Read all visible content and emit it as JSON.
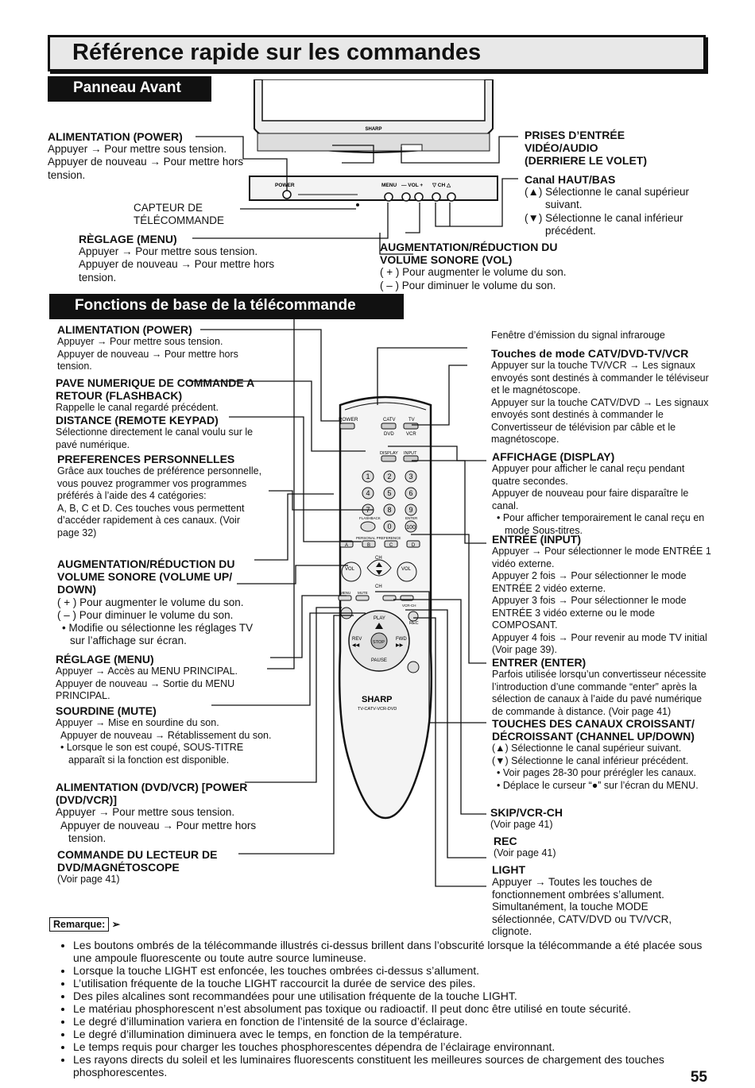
{
  "page": {
    "title": "Référence rapide sur les commandes",
    "section_front": "Panneau Avant",
    "section_remote": "Fonctions de base de la télécommande",
    "page_number": "55"
  },
  "tv_panel": {
    "brand": "SHARP",
    "power": "POWER",
    "menu": "MENU",
    "vol": "— VOL +",
    "ch": "▽ CH △"
  },
  "front": {
    "power_h": "ALIMENTATION (POWER)",
    "power_1": "Appuyer → Pour mettre sous tension.",
    "power_2": "Appuyer de nouveau → Pour mettre hors tension.",
    "sensor": "CAPTEUR DE TÉLÉCOMMANDE",
    "menu_h": "RÈGLAGE  (MENU)",
    "menu_1": "Appuyer → Pour mettre sous tension.",
    "menu_2": "Appuyer de nouveau → Pour mettre hors tension.",
    "av_h": "PRISES D’ENTRÉE VIDÉO/AUDIO (DERRIERE LE VOLET)",
    "ch_h": "Canal HAUT/BAS",
    "ch_up": "(▲) Sélectionne le canal supérieur suivant.",
    "ch_down": "(▼) Sélectionne le canal inférieur précédent.",
    "vol_h": "AUGMENTATION/RÉDUCTION DU VOLUME SONORE (VOL)",
    "vol_up": "( + ) Pour augmenter le volume du son.",
    "vol_down": "( – ) Pour diminuer le volume du son."
  },
  "remote_labels": {
    "power": "POWER",
    "catv": "CATV",
    "tv": "TV",
    "dvd": "DVD",
    "vcr": "VCR",
    "display": "DISPLAY",
    "input": "INPUT",
    "flashback": "FLASHBACK",
    "enter": "ENTER",
    "pref": "PERSONAL PREFERENCE",
    "a": "A",
    "b": "B",
    "c": "C",
    "d": "D",
    "ch": "CH",
    "vol": "VOL",
    "menu": "MENU",
    "mute": "MUTE",
    "skip": "VCR-CH",
    "play": "PLAY",
    "rev": "REV",
    "fwd": "FWD",
    "stop": "STOP",
    "pause": "PAUSE",
    "rec": "REC",
    "brand": "SHARP",
    "model": "TV-CATV-VCR-DVD",
    "k1": "1",
    "k2": "2",
    "k3": "3",
    "k4": "4",
    "k5": "5",
    "k6": "6",
    "k7": "7",
    "k8": "8",
    "k9": "9",
    "k0": "0",
    "k100": "100"
  },
  "left": {
    "power_h": "ALIMENTATION (POWER)",
    "power_1": "Appuyer → Pour mettre sous tension.",
    "power_2": "Appuyer de nouveau → Pour mettre hors tension.",
    "flash_h": "PAVE NUMERIQUE DE COMMANDE A RETOUR (FLASHBACK)",
    "flash_1": "Rappelle le canal regardé précédent.",
    "dist_h": "DISTANCE (REMOTE KEYPAD)",
    "dist_1": "Sélectionne directement le canal voulu sur le pavé numérique.",
    "pref_h": "PREFERENCES PERSONNELLES",
    "pref_1": "Grâce aux touches de préférence personnelle,",
    "pref_2": "vous pouvez programmer vos programmes préférés à l’aide des 4 catégories:",
    "pref_3": "A, B, C et D. Ces touches vous permettent d’accéder rapidement à ces canaux. (Voir page 32)",
    "vol_h": "AUGMENTATION/RÉDUCTION DU VOLUME SONORE (VOLUME UP/ DOWN)",
    "vol_1": "( + ) Pour augmenter le volume du son.",
    "vol_2": "( – ) Pour diminuer le volume du son.",
    "vol_3": "•  Modifie ou sélectionne les réglages TV sur l’affichage sur écran.",
    "menu_h": "RÉGLAGE (MENU)",
    "menu_1": "Appuyer → Accès au MENU PRINCIPAL.",
    "menu_2": "Appuyer de nouveau → Sortie du MENU PRINCIPAL.",
    "mute_h": "SOURDINE (MUTE)",
    "mute_1": "Appuyer → Mise en sourdine du son.",
    "mute_2": "Appuyer de nouveau → Rétablissement du son.",
    "mute_3": "•  Lorsque le son est coupé, SOUS-TITRE apparaît si la fonction est disponible.",
    "dvdp_h": "ALIMENTATION (DVD/VCR) [POWER (DVD/VCR)]",
    "dvdp_1": "Appuyer → Pour mettre sous tension.",
    "dvdp_2": "Appuyer de nouveau → Pour mettre hors tension.",
    "cmd_h": "COMMANDE DU LECTEUR DE DVD/MAGNÉTOSCOPE",
    "cmd_1": "(Voir page 41)"
  },
  "right": {
    "ir": "Fenêtre d’émission du signal infrarouge",
    "mode_h": "Touches de mode CATV/DVD-TV/VCR",
    "mode_1": "Appuyer sur la touche TV/VCR → Les signaux envoyés sont destinés à commander le téléviseur et le magnétoscope.",
    "mode_2": "Appuyer sur la touche CATV/DVD → Les signaux envoyés sont destinés à commander le Convertisseur de télévision par câble et le magnétoscope.",
    "disp_h": "AFFICHAGE (DISPLAY)",
    "disp_1": "Appuyer pour afficher le canal reçu pendant quatre secondes.",
    "disp_2": "Appuyer de nouveau pour faire disparaître le canal.",
    "disp_3": "•  Pour afficher temporairement le canal reçu en mode Sous-titres.",
    "input_h": "ENTRÉE (INPUT)",
    "input_1": "Appuyer → Pour sélectionner le mode ENTRÉE 1 vidéo externe.",
    "input_2": "Appuyer 2 fois → Pour sélectionner le mode ENTRÉE 2 vidéo externe.",
    "input_3": "Appuyer 3 fois → Pour sélectionner le mode ENTRÉE 3 vidéo externe ou le mode COMPOSANT.",
    "input_4": "Appuyer 4 fois → Pour revenir au mode TV initial (Voir page 39).",
    "enter_h": "ENTRER (ENTER)",
    "enter_1": "Parfois utilisée lorsqu’un convertisseur nécessite l’introduction d’une commande “enter” après la sélection de canaux à l’aide du pavé numérique de commande à distance. (Voir page 41)",
    "chud_h": "TOUCHES DES CANAUX CROISSANT/ DÉCROISSANT (CHANNEL UP/DOWN)",
    "chud_1": "(▲) Sélectionne le canal supérieur suivant.",
    "chud_2": "(▼) Sélectionne le canal inférieur précédent.",
    "chud_3": "•  Voir pages 28-30 pour prérégler les canaux.",
    "chud_4": "•  Déplace le curseur “●” sur l’écran du MENU.",
    "skip_h": "SKIP/VCR-CH",
    "skip_1": "(Voir page 41)",
    "rec_h": "REC",
    "rec_1": "(Voir page 41)",
    "light_h": "LIGHT",
    "light_1": "Appuyer → Toutes les touches de fonctionnement ombrées s’allument. Simultanément, la touche MODE sélectionnée, CATV/DVD ou TV/VCR, clignote."
  },
  "remarque": "Remarque:",
  "notes": [
    "Les boutons ombrés de la télécommande illustrés ci-dessus brillent dans l’obscurité lorsque la télécommande a été placée sous une ampoule fluorescente ou toute autre source lumineuse.",
    "Lorsque la touche LIGHT est enfoncée, les touches ombrées ci-dessus s’allument.",
    "L’utilisation fréquente de la touche LIGHT raccourcit la durée de service des piles.",
    "Des piles alcalines sont recommandées pour une utilisation fréquente de la touche LIGHT.",
    "Le matériau phosphorescent n’est absolument pas toxique ou radioactif. Il peut donc être utilisé en toute sécurité.",
    "Le degré d’illumination variera en fonction de l’intensité de la source d’éclairage.",
    "Le degré d’illumination diminuera avec le temps, en fonction de la température.",
    "Le temps requis pour charger les touches phosphorescentes dépendra de l’éclairage environnant.",
    "Les rayons directs du soleil et les luminaires fluorescents constituent les meilleures sources de chargement des touches phosphorescentes."
  ]
}
